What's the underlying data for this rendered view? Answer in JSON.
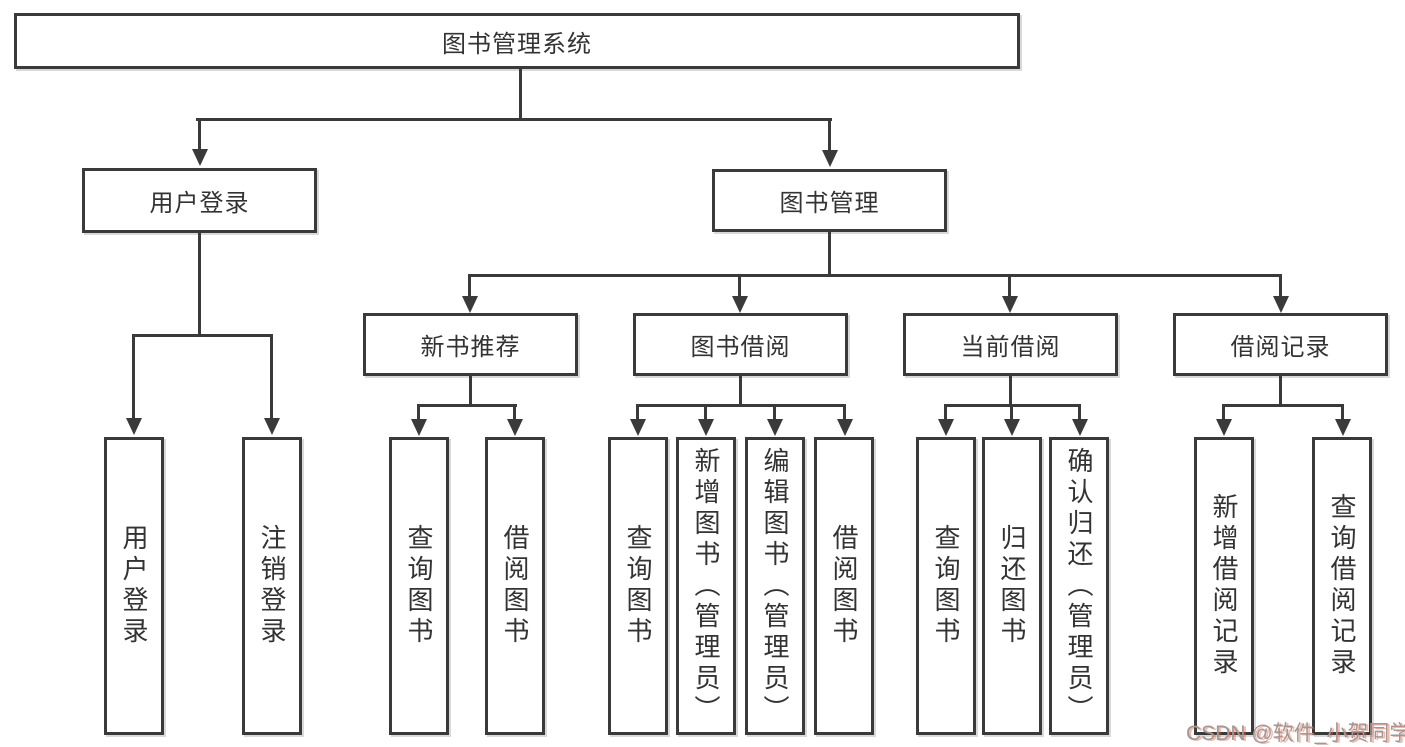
{
  "diagram": {
    "title": "图书管理系统",
    "root_label": "图书管理系统",
    "level2": {
      "login": "用户登录",
      "management": "图书管理"
    },
    "login_children": [
      "用户登录",
      "注销登录"
    ],
    "management_children": [
      "新书推荐",
      "图书借阅",
      "当前借阅",
      "借阅记录"
    ],
    "new_book_children": [
      "查询图书",
      "借阅图书"
    ],
    "borrowing_children": [
      "查询图书",
      "新增图书（管理员）",
      "编辑图书（管理员）",
      "借阅图书"
    ],
    "current_children": [
      "查询图书",
      "归还图书",
      "确认归还（管理员）"
    ],
    "records_children": [
      "新增借阅记录",
      "查询借阅记录"
    ]
  },
  "watermark": {
    "text": "CSDN @软件_小贺同学"
  },
  "colors": {
    "line": "#3a3a3a",
    "text": "#333333",
    "background": "#ffffff",
    "watermark_gray": "#9a9a9a",
    "watermark_accent": "#fc5531"
  }
}
